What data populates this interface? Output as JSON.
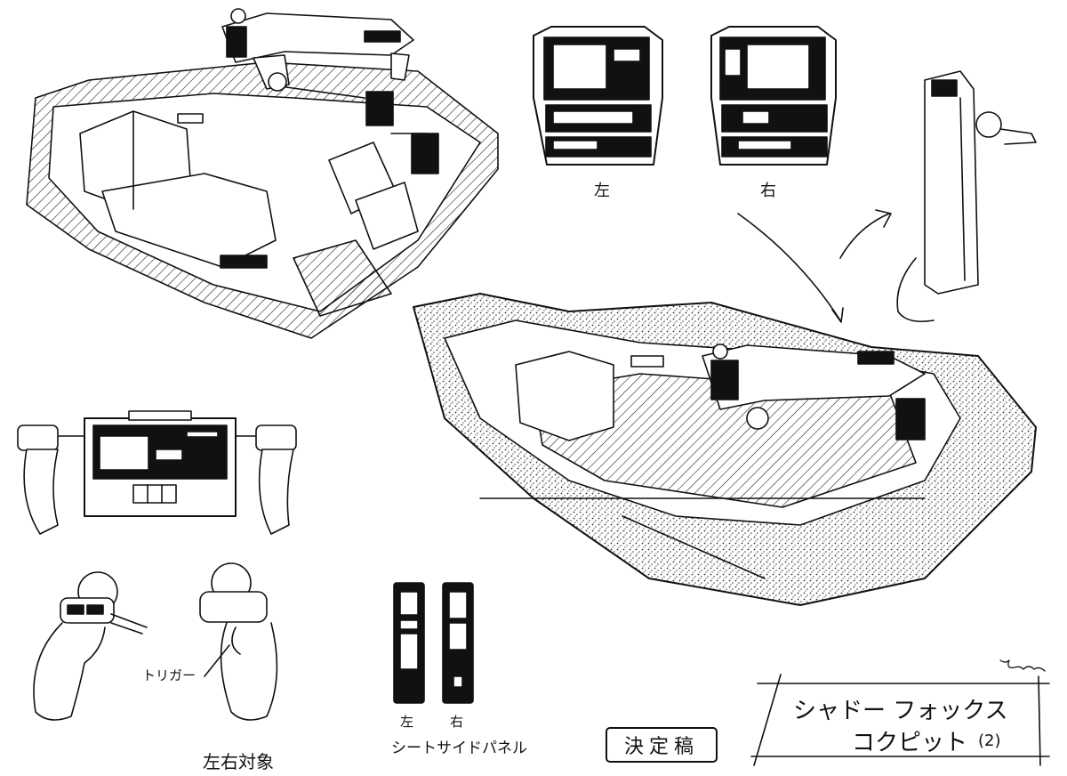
{
  "labels": {
    "top_panel_left": "左",
    "top_panel_right": "右",
    "trigger": "トリガー",
    "grips_caption": "左右対象",
    "side_panel_left": "左",
    "side_panel_right": "右",
    "side_panel_caption": "シートサイドパネル",
    "stamp": "決定稿",
    "title_line1": "シャドー フォックス",
    "title_line2": "コクピット",
    "title_number": "(2)"
  }
}
